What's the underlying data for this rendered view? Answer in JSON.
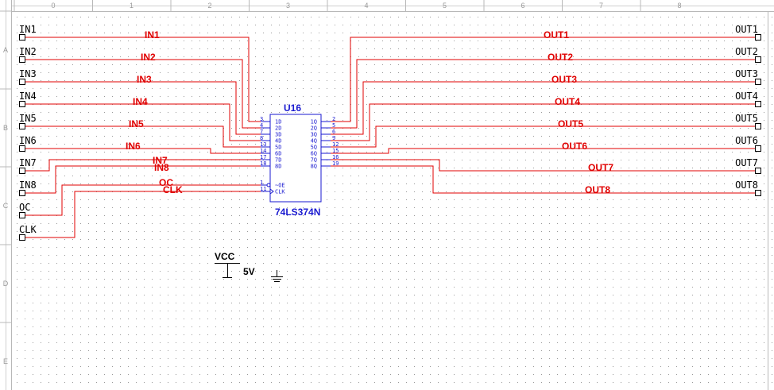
{
  "ruler": {
    "columns": [
      "0",
      "1",
      "2",
      "3",
      "4",
      "5",
      "6",
      "7",
      "8"
    ],
    "rows": [
      "A",
      "B",
      "C",
      "D",
      "E"
    ]
  },
  "inputs": [
    {
      "port": "IN1",
      "net": "IN1"
    },
    {
      "port": "IN2",
      "net": "IN2"
    },
    {
      "port": "IN3",
      "net": "IN3"
    },
    {
      "port": "IN4",
      "net": "IN4"
    },
    {
      "port": "IN5",
      "net": "IN5"
    },
    {
      "port": "IN6",
      "net": "IN6"
    },
    {
      "port": "IN7",
      "net": "IN7"
    },
    {
      "port": "IN8",
      "net": "IN8"
    },
    {
      "port": "OC",
      "net": "OC"
    },
    {
      "port": "CLK",
      "net": "CLK"
    }
  ],
  "outputs": [
    {
      "port": "OUT1",
      "net": "OUT1"
    },
    {
      "port": "OUT2",
      "net": "OUT2"
    },
    {
      "port": "OUT3",
      "net": "OUT3"
    },
    {
      "port": "OUT4",
      "net": "OUT4"
    },
    {
      "port": "OUT5",
      "net": "OUT5"
    },
    {
      "port": "OUT6",
      "net": "OUT6"
    },
    {
      "port": "OUT7",
      "net": "OUT7"
    },
    {
      "port": "OUT8",
      "net": "OUT8"
    }
  ],
  "chip": {
    "ref": "U16",
    "value": "74LS374N",
    "left_pins": [
      {
        "num": "3",
        "name": "1D"
      },
      {
        "num": "4",
        "name": "2D"
      },
      {
        "num": "7",
        "name": "3D"
      },
      {
        "num": "8",
        "name": "4D"
      },
      {
        "num": "13",
        "name": "5D"
      },
      {
        "num": "14",
        "name": "6D"
      },
      {
        "num": "17",
        "name": "7D"
      },
      {
        "num": "18",
        "name": "8D"
      }
    ],
    "ctrl_pins": [
      {
        "num": "1",
        "name": "~OE"
      },
      {
        "num": "11",
        "name": "CLK"
      }
    ],
    "right_pins": [
      {
        "num": "2",
        "name": "1Q"
      },
      {
        "num": "5",
        "name": "2Q"
      },
      {
        "num": "6",
        "name": "3Q"
      },
      {
        "num": "9",
        "name": "4Q"
      },
      {
        "num": "12",
        "name": "5Q"
      },
      {
        "num": "15",
        "name": "6Q"
      },
      {
        "num": "16",
        "name": "7Q"
      },
      {
        "num": "19",
        "name": "8Q"
      }
    ]
  },
  "vcc": {
    "label": "VCC",
    "value": "5V"
  }
}
